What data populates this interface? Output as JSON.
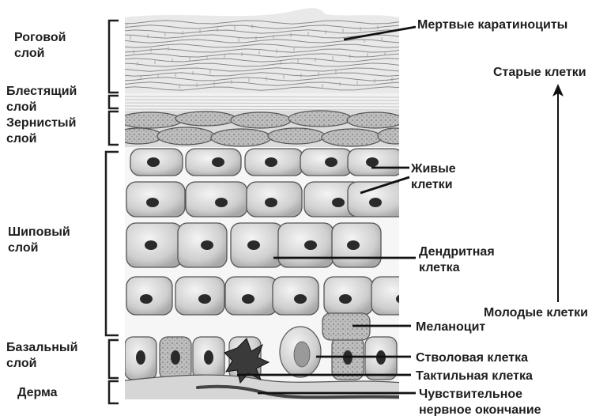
{
  "layers": {
    "stratum_corneum": "Роговой\nслой",
    "stratum_lucidum": "Блестящий\nслой",
    "stratum_granulosum": "Зернистый\nслой",
    "stratum_spinosum": "Шиповый\nслой",
    "stratum_basale": "Базальный\nслой",
    "dermis": "Дерма"
  },
  "cells": {
    "dead_keratinocytes": "Мертвые каратиноциты",
    "living_cells": "Живые\nклетки",
    "dendritic_cell": "Дендритная\nклетка",
    "melanocyte": "Меланоцит",
    "stem_cell": "Стволовая клетка",
    "tactile_cell": "Тактильная клетка",
    "nerve_ending": "Чувствительное\nнервное окончание"
  },
  "arrow": {
    "top_label": "Старые клетки",
    "bottom_label": "Молодые клетки"
  },
  "colors": {
    "ink": "#1e1e1e",
    "cell_fill": "#c9c9c9",
    "cell_light": "#e6e6e6",
    "nucleus": "#2a2a2a"
  }
}
